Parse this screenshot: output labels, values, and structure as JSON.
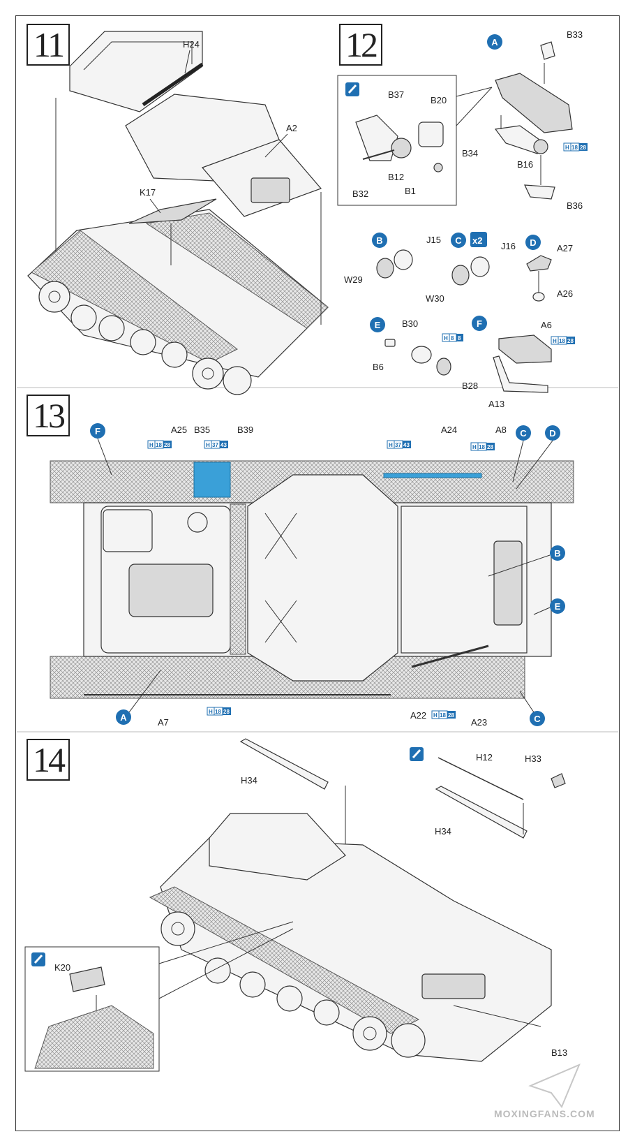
{
  "steps": [
    {
      "number": "11",
      "labels": [
        "H24",
        "A2",
        "K17"
      ]
    },
    {
      "number": "12",
      "labels": [
        "B37",
        "B20",
        "B12",
        "B32",
        "B1",
        "B33",
        "B34",
        "B16",
        "B36"
      ]
    },
    {
      "number": "13",
      "labels": [
        "A25",
        "B35",
        "B39",
        "A24",
        "A8",
        "A7",
        "A22",
        "A23"
      ]
    },
    {
      "number": "14",
      "labels": [
        "H34",
        "H12",
        "H33",
        "H34",
        "K20",
        "B13"
      ]
    }
  ],
  "subassemblies": {
    "A": "A",
    "B": "B",
    "C": "C",
    "D": "D",
    "E": "E",
    "F": "F",
    "b_labels": [
      "J15",
      "W29"
    ],
    "c_labels": [
      "J16",
      "W30"
    ],
    "c_multiplier": "x2",
    "d_labels": [
      "A27",
      "A26"
    ],
    "e_labels": [
      "B30",
      "B6",
      "B28"
    ],
    "f_labels": [
      "A6",
      "A13"
    ]
  },
  "paint_codes": [
    {
      "prefix": "H",
      "codes": [
        "18",
        "28"
      ]
    },
    {
      "prefix": "H",
      "codes": [
        "8",
        "8"
      ]
    },
    {
      "prefix": "H",
      "codes": [
        "37",
        "43"
      ]
    }
  ],
  "watermark": "MOXINGFANS.COM",
  "colors": {
    "accent": "#1f6fb2",
    "highlight": "#3aa0d8",
    "line": "#333333"
  }
}
